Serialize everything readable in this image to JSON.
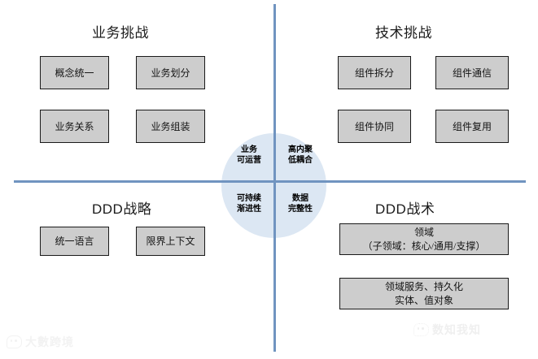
{
  "slide": {
    "background_color": "#ffffff",
    "axis_color": "#7094c0",
    "circle_color": "#dce7f3",
    "box_fill": "#cdcdcd",
    "box_border": "#1a1a1a"
  },
  "quadrants": {
    "top_left": {
      "title": "业务挑战",
      "boxes": [
        {
          "label": "概念统一"
        },
        {
          "label": "业务划分"
        },
        {
          "label": "业务关系"
        },
        {
          "label": "业务组装"
        }
      ]
    },
    "top_right": {
      "title": "技术挑战",
      "boxes": [
        {
          "label": "组件拆分"
        },
        {
          "label": "组件通信"
        },
        {
          "label": "组件协同"
        },
        {
          "label": "组件复用"
        }
      ]
    },
    "bottom_left": {
      "title": "DDD战略",
      "boxes": [
        {
          "label": "统一语言"
        },
        {
          "label": "限界上下文"
        }
      ]
    },
    "bottom_right": {
      "title": "DDD战术",
      "boxes": [
        {
          "line1": "领域",
          "line2": "（子领域：核心/通用/支撑）"
        },
        {
          "line1": "领域服务、持久化",
          "line2": "实体、值对象"
        }
      ]
    }
  },
  "center": {
    "top_left": {
      "line1": "业务",
      "line2": "可运营"
    },
    "top_right": {
      "line1": "高内聚",
      "line2": "低耦合"
    },
    "bottom_left": {
      "line1": "可持续",
      "line2": "渐进性"
    },
    "bottom_right": {
      "line1": "数据",
      "line2": "完整性"
    }
  },
  "watermarks": {
    "bottom_left": "大數跨境",
    "bottom_right": "数知我知"
  }
}
